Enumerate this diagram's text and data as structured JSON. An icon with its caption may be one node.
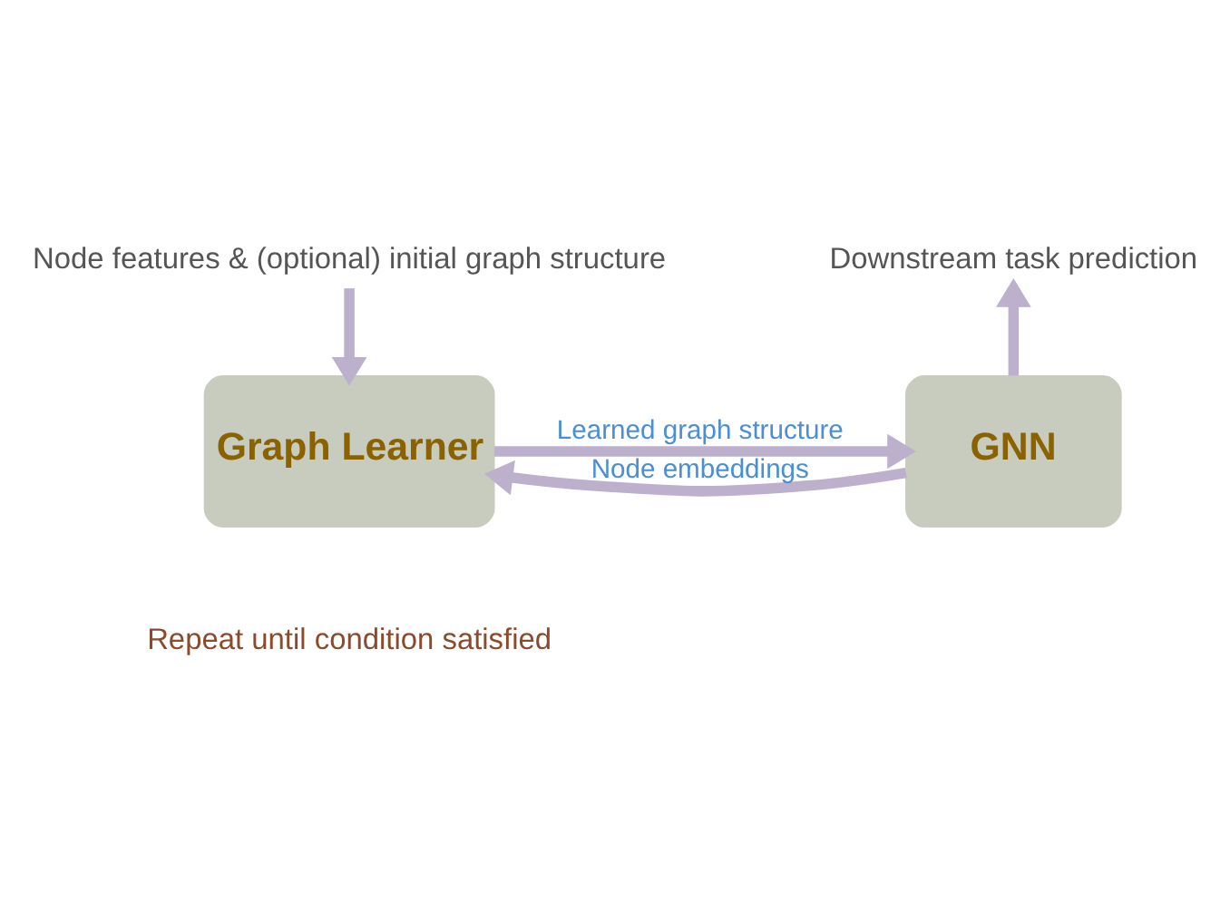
{
  "diagram": {
    "nodes": [
      {
        "text": [
          "Node features & (optional) initial graph structure"
        ]
      },
      {
        "text": [
          "Graph Learner"
        ]
      },
      {
        "text": [
          "GNN"
        ]
      },
      {
        "text": [
          "Downstream task prediction"
        ]
      }
    ],
    "edges": [
      {
        "from": 0,
        "to": 1,
        "arrow": "to"
      },
      {
        "from": 1,
        "to": 2,
        "arrow": "to",
        "label": "Learned graph structure"
      },
      {
        "from": 2,
        "to": 1,
        "arrow": "to",
        "label": "Node embeddings"
      },
      {
        "from": 2,
        "to": 3,
        "arrow": "to"
      }
    ],
    "labels": [
      "Repeat until condition satisfied"
    ]
  }
}
